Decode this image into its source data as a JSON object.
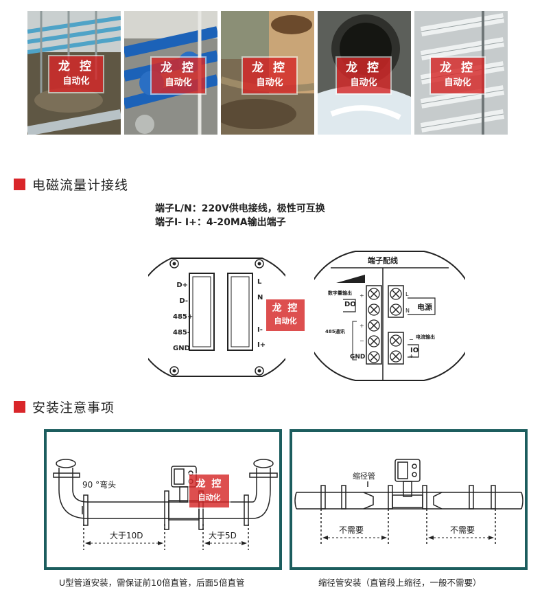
{
  "watermark": {
    "line1": "龙 控",
    "line2": "自动化"
  },
  "photos": [
    {
      "scene": "sewage-channel-pipes"
    },
    {
      "scene": "blue-pump-pipes"
    },
    {
      "scene": "large-pipe-outfall"
    },
    {
      "scene": "drain-outlet-water"
    },
    {
      "scene": "membrane-tubes"
    }
  ],
  "wiring_section": {
    "title": "电磁流量计接线",
    "note_line1": "端子L/N：220V供电接线，极性可互换",
    "note_line2": "端子I- I+：4-20MA输出端子",
    "left_panel": {
      "left_labels": [
        "D+",
        "D-",
        "485+",
        "485-",
        "GND"
      ],
      "right_labels": [
        "L",
        "N",
        "I-",
        "I+"
      ]
    },
    "right_panel": {
      "title": "端子配线",
      "digital_label": "数字量输出",
      "do_label": "DO",
      "comm_label": "485通讯",
      "gnd_label": "GND",
      "plus": "+",
      "minus": "−",
      "power_label": "电源",
      "l_label": "L",
      "n_label": "N",
      "current_label": "电流输出",
      "io_label": "IO"
    }
  },
  "install_section": {
    "title": "安装注意事项",
    "left_diagram": {
      "elbow_label": "90 °弯头",
      "upstream": "大于10D",
      "downstream": "大于5D",
      "caption": "U型管道安装，需保证前10倍直管，后面5倍直管"
    },
    "right_diagram": {
      "reducer_label": "缩径管",
      "left_note": "不需要",
      "right_note": "不需要",
      "caption": "缩径管安装（直管段上缩径，一般不需要）"
    }
  },
  "colors": {
    "accent": "#d9262a",
    "frame": "#1c5d5e",
    "line": "#222222"
  }
}
